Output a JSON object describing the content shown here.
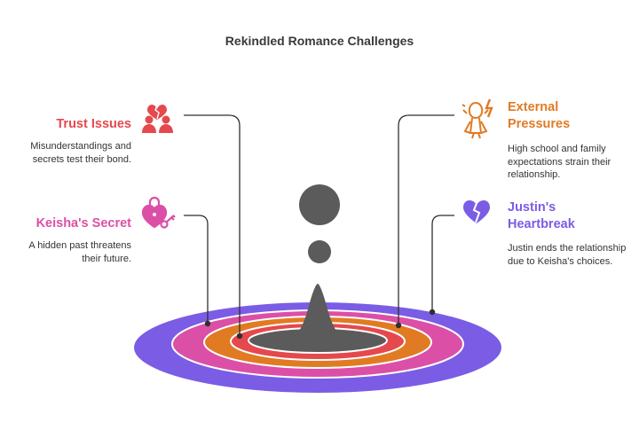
{
  "title": "Rekindled Romance Challenges",
  "colors": {
    "trust": "#e5484d",
    "keisha": "#dc4fa6",
    "external": "#e07b24",
    "justin": "#7b5ce5",
    "center": "#5b5b5b"
  },
  "items": [
    {
      "key": "trust",
      "label": "Trust Issues",
      "description": "Misunderstandings and secrets test their bond.",
      "icon": "broken-heart-couple-icon"
    },
    {
      "key": "keisha",
      "label": "Keisha's Secret",
      "description": "A hidden past threatens their future.",
      "icon": "heart-lock-key-icon"
    },
    {
      "key": "external",
      "label": "External Pressures",
      "description": "High school and family expectations strain their relationship.",
      "icon": "stressed-person-icon"
    },
    {
      "key": "justin",
      "label": "Justin's Heartbreak",
      "description": "Justin ends the relationship due to Keisha's choices.",
      "icon": "broken-heart-icon"
    }
  ]
}
